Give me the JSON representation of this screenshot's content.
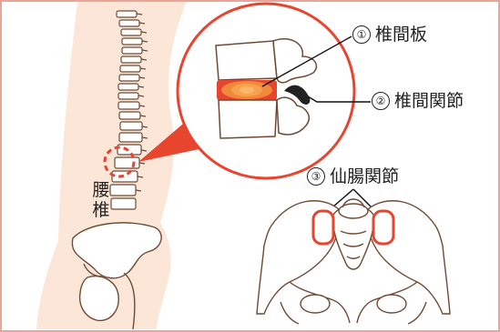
{
  "labels": {
    "disc": {
      "num": "①",
      "text": "椎間板"
    },
    "facet": {
      "num": "②",
      "text": "椎間関節"
    },
    "si": {
      "num": "③",
      "text": "仙腸関節"
    },
    "lumbar": [
      "腰",
      "椎"
    ]
  },
  "colors": {
    "outline": "#6e4a34",
    "body_fill": "#f9e6d8",
    "accent": "#e8452f",
    "disc_core": "#f08a3a",
    "frame": "#e8a598"
  }
}
